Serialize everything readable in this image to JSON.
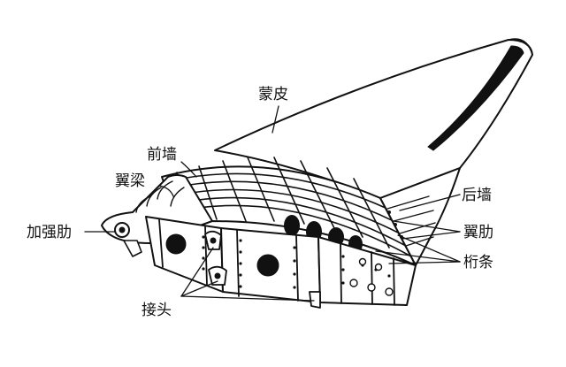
{
  "labels": {
    "skin": "蒙皮",
    "front_wall": "前墙",
    "spar": "翼梁",
    "reinforcing_rib": "加强肋",
    "rear_wall": "后墙",
    "wing_rib": "翼肋",
    "stringer": "桁条",
    "joint": "接头"
  }
}
